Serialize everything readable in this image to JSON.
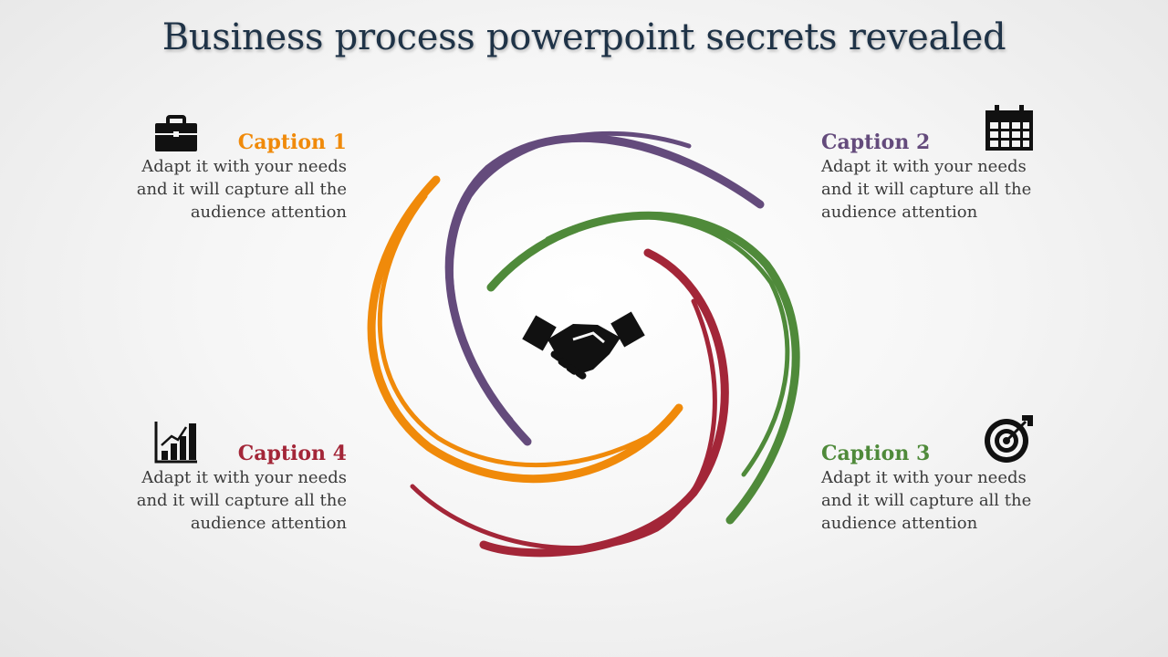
{
  "title": "Business process powerpoint secrets revealed",
  "colors": {
    "orange": "#f08a0a",
    "purple": "#644b7c",
    "green": "#4f8a3a",
    "red": "#a32638",
    "title": "#1f3347"
  },
  "center_icon": "handshake-icon",
  "captions": [
    {
      "title": "Caption 1",
      "text": "Adapt it with your needs\nand it will capture all the\naudience attention",
      "color": "#f08a0a",
      "icon": "briefcase-icon"
    },
    {
      "title": "Caption 2",
      "text": "Adapt it with your needs\nand it will capture all the\naudience attention",
      "color": "#644b7c",
      "icon": "calendar-icon"
    },
    {
      "title": "Caption 3",
      "text": "Adapt it with your needs\nand it will capture all the\naudience attention",
      "color": "#4f8a3a",
      "icon": "target-icon"
    },
    {
      "title": "Caption 4",
      "text": "Adapt it with your needs\nand it will capture all the\naudience attention",
      "color": "#a32638",
      "icon": "bar-chart-icon"
    }
  ]
}
